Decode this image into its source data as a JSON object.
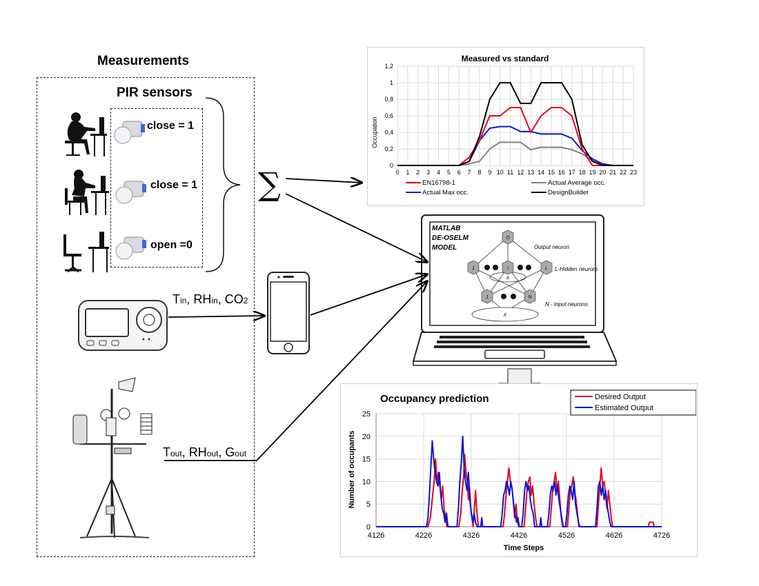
{
  "measurements_title": "Measurements",
  "pir_title": "PIR sensors",
  "pir_states": [
    "close = 1",
    "close = 1",
    "open =0"
  ],
  "sum_symbol": "∑",
  "indoor_label": {
    "t": "T",
    "t_sub": "in",
    "rh": "RH",
    "rh_sub": "in",
    "co": "CO",
    "co_sub": "2"
  },
  "outdoor_label": {
    "t": "T",
    "t_sub": "out",
    "rh": "RH",
    "rh_sub": "out",
    "g": "G",
    "g_sub": "out"
  },
  "laptop_text": {
    "model_lines": [
      "MATLAB",
      "DE-OSELM",
      "MODEL"
    ],
    "output_neuron": "Output neuron",
    "hidden_neurons": "L-Hidden neurons",
    "input_neurons": "N - Input neurons",
    "node_out": "O",
    "node_1": "1",
    "node_i": "i",
    "node_L": "L",
    "node_N": "N",
    "node_xi": "X",
    "node_ai": "a"
  },
  "colors": {
    "red": "#e3001b",
    "blue": "#0a14d8",
    "gray": "#808080",
    "black": "#000000",
    "grid": "#d9d9d9"
  },
  "chart_data": [
    {
      "type": "line",
      "title": "Measured vs standard",
      "xlabel": "",
      "ylabel": "Occupation",
      "x": [
        0,
        1,
        2,
        3,
        4,
        5,
        6,
        7,
        8,
        9,
        10,
        11,
        12,
        13,
        14,
        15,
        16,
        17,
        18,
        19,
        20,
        21,
        22,
        23
      ],
      "x_tick_labels": [
        "0",
        "1",
        "2",
        "3",
        "4",
        "5",
        "6",
        "7",
        "8",
        "9",
        "10",
        "11",
        "12",
        "13",
        "14",
        "15",
        "16",
        "17",
        "18",
        "19",
        "20",
        "21",
        "22",
        "23"
      ],
      "y_tick_labels": [
        "0",
        "0,2",
        "0,4",
        "0,6",
        "0,8",
        "1",
        "1,2"
      ],
      "ylim": [
        0,
        1.2
      ],
      "grid": true,
      "legend": "bottom",
      "series": [
        {
          "name": "EN16798-1",
          "color": "#e3001b",
          "values": [
            0,
            0,
            0,
            0,
            0,
            0,
            0,
            0.1,
            0.3,
            0.6,
            0.6,
            0.7,
            0.7,
            0.4,
            0.6,
            0.7,
            0.7,
            0.6,
            0.2,
            0,
            0,
            0,
            0,
            0
          ]
        },
        {
          "name": "Actual Average occ.",
          "color": "#808080",
          "values": [
            0,
            0,
            0,
            0,
            0,
            0,
            0,
            0.02,
            0.05,
            0.2,
            0.28,
            0.28,
            0.28,
            0.19,
            0.22,
            0.22,
            0.22,
            0.19,
            0.14,
            0.06,
            0.01,
            0,
            0,
            0
          ]
        },
        {
          "name": "Actual Max occ.",
          "color": "#0a14d8",
          "values": [
            0,
            0,
            0,
            0,
            0,
            0,
            0,
            0.05,
            0.3,
            0.45,
            0.47,
            0.47,
            0.41,
            0.41,
            0.38,
            0.38,
            0.38,
            0.33,
            0.18,
            0.08,
            0.02,
            0,
            0,
            0
          ]
        },
        {
          "name": "DesignBuilder",
          "color": "#000000",
          "values": [
            0,
            0,
            0,
            0,
            0,
            0,
            0,
            0.05,
            0.35,
            0.8,
            1,
            1,
            0.75,
            0.75,
            1,
            1,
            1,
            0.8,
            0.25,
            0.05,
            0,
            0,
            0,
            0
          ]
        }
      ]
    },
    {
      "type": "line",
      "title": "Occupancy prediction",
      "xlabel": "Time Steps",
      "ylabel": "Number of occupants",
      "x_tick_labels": [
        "4126",
        "4226",
        "4326",
        "4426",
        "4526",
        "4626",
        "4726"
      ],
      "y_tick_labels": [
        "0",
        "5",
        "10",
        "15",
        "20",
        "25"
      ],
      "xlim": [
        4126,
        4726
      ],
      "ylim": [
        0,
        25
      ],
      "grid": true,
      "legend": "top-right",
      "series": [
        {
          "name": "Desired Output",
          "color": "#e3001b",
          "points": [
            [
              4126,
              0
            ],
            [
              4235,
              0
            ],
            [
              4240,
              2
            ],
            [
              4244,
              6
            ],
            [
              4248,
              10
            ],
            [
              4251,
              15
            ],
            [
              4254,
              10
            ],
            [
              4257,
              12
            ],
            [
              4260,
              9
            ],
            [
              4263,
              6
            ],
            [
              4266,
              9
            ],
            [
              4269,
              4
            ],
            [
              4272,
              2
            ],
            [
              4275,
              0
            ],
            [
              4300,
              0
            ],
            [
              4304,
              3
            ],
            [
              4307,
              8
            ],
            [
              4310,
              11
            ],
            [
              4312,
              16
            ],
            [
              4315,
              12
            ],
            [
              4318,
              10
            ],
            [
              4320,
              6
            ],
            [
              4322,
              9
            ],
            [
              4325,
              4
            ],
            [
              4328,
              2
            ],
            [
              4330,
              0
            ],
            [
              4332,
              3
            ],
            [
              4335,
              8
            ],
            [
              4338,
              3
            ],
            [
              4341,
              0
            ],
            [
              4393,
              0
            ],
            [
              4396,
              3
            ],
            [
              4399,
              7
            ],
            [
              4402,
              10
            ],
            [
              4405,
              13
            ],
            [
              4408,
              10
            ],
            [
              4411,
              9
            ],
            [
              4414,
              6
            ],
            [
              4417,
              2
            ],
            [
              4420,
              5
            ],
            [
              4423,
              1
            ],
            [
              4426,
              0
            ],
            [
              4437,
              0
            ],
            [
              4440,
              4
            ],
            [
              4443,
              8
            ],
            [
              4446,
              10
            ],
            [
              4449,
              11
            ],
            [
              4452,
              7
            ],
            [
              4455,
              9
            ],
            [
              4458,
              5
            ],
            [
              4461,
              2
            ],
            [
              4464,
              0
            ],
            [
              4491,
              0
            ],
            [
              4494,
              4
            ],
            [
              4497,
              8
            ],
            [
              4500,
              10
            ],
            [
              4503,
              12
            ],
            [
              4506,
              8
            ],
            [
              4509,
              10
            ],
            [
              4512,
              6
            ],
            [
              4515,
              2
            ],
            [
              4518,
              0
            ],
            [
              4528,
              0
            ],
            [
              4531,
              4
            ],
            [
              4534,
              8
            ],
            [
              4537,
              9
            ],
            [
              4540,
              11
            ],
            [
              4543,
              8
            ],
            [
              4546,
              6
            ],
            [
              4549,
              3
            ],
            [
              4552,
              0
            ],
            [
              4590,
              0
            ],
            [
              4593,
              5
            ],
            [
              4596,
              9
            ],
            [
              4599,
              13
            ],
            [
              4602,
              9
            ],
            [
              4605,
              10
            ],
            [
              4608,
              7
            ],
            [
              4611,
              4
            ],
            [
              4614,
              8
            ],
            [
              4617,
              5
            ],
            [
              4620,
              2
            ],
            [
              4623,
              0
            ],
            [
              4698,
              0
            ],
            [
              4700,
              1
            ],
            [
              4708,
              1
            ],
            [
              4710,
              0
            ],
            [
              4726,
              0
            ]
          ]
        },
        {
          "name": "Estimated Output",
          "color": "#0a14d8",
          "points": [
            [
              4126,
              0
            ],
            [
              4232,
              0
            ],
            [
              4235,
              2
            ],
            [
              4238,
              7
            ],
            [
              4241,
              13
            ],
            [
              4244,
              19
            ],
            [
              4247,
              15
            ],
            [
              4250,
              12
            ],
            [
              4253,
              10
            ],
            [
              4256,
              9
            ],
            [
              4259,
              12
            ],
            [
              4262,
              7
            ],
            [
              4265,
              4
            ],
            [
              4268,
              3
            ],
            [
              4271,
              1
            ],
            [
              4274,
              3
            ],
            [
              4277,
              0
            ],
            [
              4296,
              0
            ],
            [
              4299,
              4
            ],
            [
              4302,
              10
            ],
            [
              4305,
              14
            ],
            [
              4308,
              20
            ],
            [
              4311,
              13
            ],
            [
              4314,
              10
            ],
            [
              4317,
              8
            ],
            [
              4320,
              12
            ],
            [
              4323,
              6
            ],
            [
              4326,
              3
            ],
            [
              4329,
              1
            ],
            [
              4332,
              3
            ],
            [
              4335,
              1
            ],
            [
              4338,
              0
            ],
            [
              4346,
              0
            ],
            [
              4348,
              2
            ],
            [
              4350,
              0
            ],
            [
              4388,
              0
            ],
            [
              4391,
              3
            ],
            [
              4394,
              7
            ],
            [
              4397,
              8
            ],
            [
              4400,
              10
            ],
            [
              4403,
              9
            ],
            [
              4406,
              7
            ],
            [
              4409,
              10
            ],
            [
              4412,
              8
            ],
            [
              4415,
              5
            ],
            [
              4418,
              3
            ],
            [
              4421,
              1
            ],
            [
              4424,
              2
            ],
            [
              4427,
              0
            ],
            [
              4432,
              0
            ],
            [
              4435,
              3
            ],
            [
              4438,
              8
            ],
            [
              4441,
              10
            ],
            [
              4444,
              8
            ],
            [
              4447,
              9
            ],
            [
              4450,
              6
            ],
            [
              4453,
              4
            ],
            [
              4456,
              3
            ],
            [
              4459,
              0
            ],
            [
              4470,
              0
            ],
            [
              4472,
              2
            ],
            [
              4474,
              0
            ],
            [
              4486,
              0
            ],
            [
              4489,
              3
            ],
            [
              4492,
              7
            ],
            [
              4495,
              9
            ],
            [
              4498,
              8
            ],
            [
              4501,
              10
            ],
            [
              4504,
              7
            ],
            [
              4507,
              9
            ],
            [
              4510,
              6
            ],
            [
              4513,
              4
            ],
            [
              4516,
              2
            ],
            [
              4519,
              0
            ],
            [
              4524,
              0
            ],
            [
              4527,
              3
            ],
            [
              4530,
              7
            ],
            [
              4533,
              9
            ],
            [
              4536,
              8
            ],
            [
              4539,
              6
            ],
            [
              4542,
              10
            ],
            [
              4545,
              5
            ],
            [
              4548,
              3
            ],
            [
              4551,
              1
            ],
            [
              4554,
              0
            ],
            [
              4587,
              0
            ],
            [
              4590,
              4
            ],
            [
              4593,
              9
            ],
            [
              4596,
              10
            ],
            [
              4599,
              7
            ],
            [
              4602,
              9
            ],
            [
              4605,
              6
            ],
            [
              4608,
              8
            ],
            [
              4611,
              5
            ],
            [
              4614,
              3
            ],
            [
              4617,
              1
            ],
            [
              4620,
              0
            ],
            [
              4726,
              0
            ]
          ]
        }
      ]
    }
  ]
}
